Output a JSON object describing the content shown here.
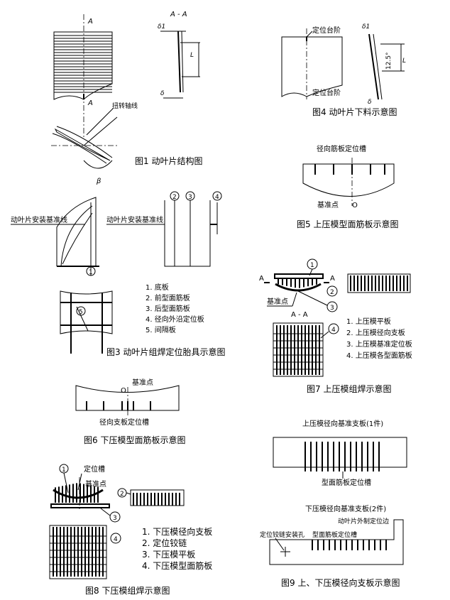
{
  "fig1": {
    "section_mark": "A",
    "section_view_title": "A - A",
    "delta1": "δ1",
    "delta": "δ",
    "L": "L",
    "twist_axis": "扭转轴线",
    "beta": "β",
    "caption": "图1  动叶片结构图"
  },
  "fig3": {
    "baseline_left": "动叶片安装基准线",
    "baseline_right": "动叶片安装基准线",
    "callouts": [
      "1",
      "2",
      "3",
      "4",
      "5"
    ],
    "legend": [
      "1. 底板",
      "2. 前型面筋板",
      "3. 后型面筋板",
      "4. 径向外沿定位板",
      "5. 间隔板"
    ],
    "caption": "图3  动叶片组焊定位胎具示意图"
  },
  "fig4": {
    "step_top": "定位台阶",
    "step_bottom": "定位台阶",
    "delta1": "δ1",
    "delta": "δ",
    "angle": "12.5°",
    "L": "L",
    "caption": "图4  动叶片下料示意图"
  },
  "fig5": {
    "slot_label": "径向筋板定位槽",
    "datum_label": "基准点",
    "datum_mark": "O",
    "caption": "图5  上压模型面筋板示意图"
  },
  "fig6": {
    "datum_label": "基准点",
    "datum_mark": "O",
    "slot_label": "径向支板定位槽",
    "caption": "图6   下压模型面筋板示意图"
  },
  "fig7": {
    "section_mark": "A",
    "datum_label": "基准点",
    "section_view_title": "A - A",
    "callouts": [
      "1",
      "2",
      "3",
      "4"
    ],
    "legend": [
      "1. 上压模平板",
      "2. 上压模径向支板",
      "3. 上压模基准定位板",
      "4. 上压模各型面筋板"
    ],
    "caption": "图7  上压模组焊示意图"
  },
  "fig8": {
    "hinge_label": "定位槽",
    "datum_label": "基准点",
    "callouts": [
      "1",
      "2",
      "3",
      "4"
    ],
    "legend": [
      "1. 下压模径向支板",
      "2. 定位铰链",
      "3. 下压模平板",
      "4. 下压模型面筋板"
    ],
    "caption": "图8   下压模组焊示意图"
  },
  "fig9": {
    "upper_title": "上压模径向基准支板(1件)",
    "upper_slot_label": "型面筋板定位槽",
    "lower_title": "下压模径向基准支板(2件)",
    "lower_locator": "动叶片外制定位边",
    "lower_slot_label": "型面筋板定位槽",
    "hinge_hole": "定位铰链安装孔",
    "caption": "图9  上、下压模径向支板示意图"
  }
}
